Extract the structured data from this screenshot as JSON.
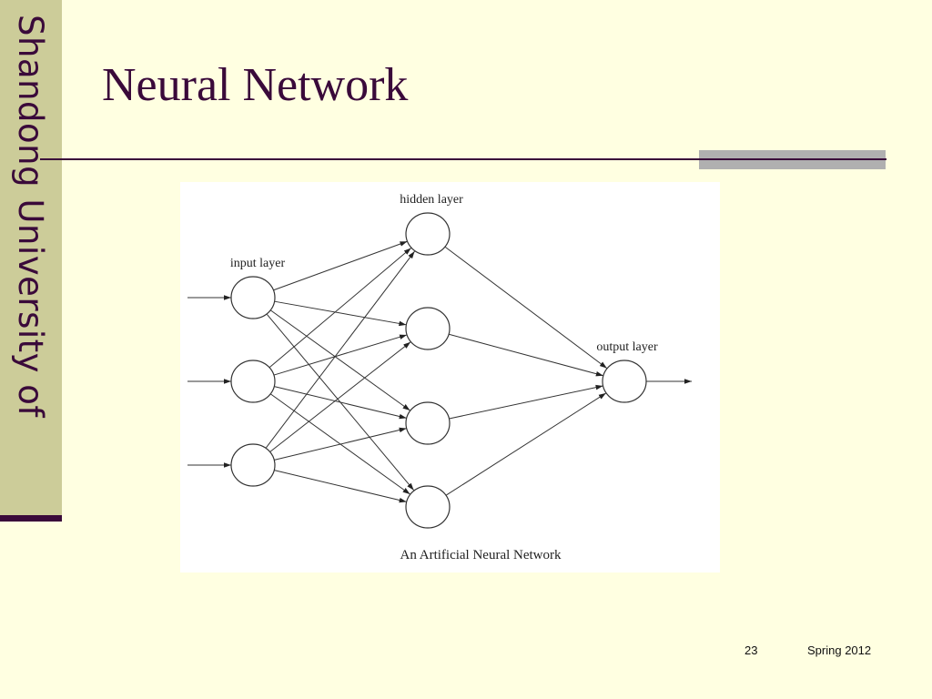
{
  "sidebar": {
    "text": "Shandong University of"
  },
  "slide": {
    "title": "Neural Network",
    "number": "23",
    "date": "Spring 2012"
  },
  "diagram": {
    "labels": {
      "hidden": "hidden layer",
      "input": "input layer",
      "output": "output layer",
      "caption": "An Artificial Neural Network"
    },
    "layers": {
      "input": 3,
      "hidden": 4,
      "output": 1
    }
  }
}
